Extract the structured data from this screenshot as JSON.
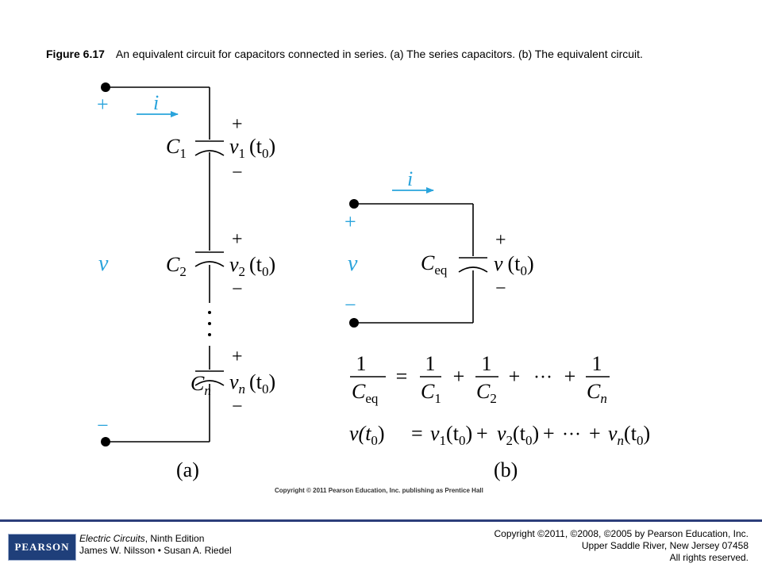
{
  "caption": {
    "figure_label": "Figure 6.17",
    "text": "An equivalent circuit for capacitors connected in series. (a) The series capacitors. (b) The equivalent circuit."
  },
  "circuit_a": {
    "plus": "+",
    "minus": "−",
    "current": "i",
    "voltage": "v",
    "caps": [
      {
        "name": "C",
        "sub": "1",
        "v_name": "v",
        "v_sub": "1",
        "arg": "(t",
        "arg_sub": "0",
        "close": ")"
      },
      {
        "name": "C",
        "sub": "2",
        "v_name": "v",
        "v_sub": "2",
        "arg": "(t",
        "arg_sub": "0",
        "close": ")"
      },
      {
        "name": "C",
        "sub": "n",
        "v_name": "v",
        "v_sub": "n",
        "arg": "(t",
        "arg_sub": "0",
        "close": ")"
      }
    ],
    "label": "(a)"
  },
  "circuit_b": {
    "plus": "+",
    "minus": "−",
    "current": "i",
    "voltage": "v",
    "cap_name": "C",
    "cap_sub": "eq",
    "v_name": "v",
    "arg": "(t",
    "arg_sub": "0",
    "close": ")",
    "label": "(b)"
  },
  "equations": {
    "eq1": {
      "one": "1",
      "lhs_den": "C",
      "lhs_sub": "eq",
      "equals": "=",
      "terms": [
        {
          "den": "C",
          "sub": "1"
        },
        {
          "den": "C",
          "sub": "2"
        },
        {
          "den": "C",
          "sub": "n"
        }
      ],
      "plus": "+",
      "dots": "···"
    },
    "eq2": {
      "lhs": "v(t",
      "lhs_sub": "0",
      "close": ")",
      "equals": "=",
      "plus": "+",
      "dots": "···",
      "v": "v",
      "t": "(t",
      "subs": [
        "1",
        "2",
        "n"
      ],
      "t_sub": "0"
    }
  },
  "figure_copyright": "Copyright © 2011 Pearson Education, Inc. publishing as Prentice Hall",
  "footer": {
    "logo": "PEARSON",
    "book_title": "Electric Circuits",
    "edition": ", Ninth Edition",
    "authors": "James W. Nilsson • Susan A. Riedel",
    "rights_line1": "Copyright ©2011, ©2008, ©2005 by Pearson Education, Inc.",
    "rights_line2": "Upper Saddle River, New Jersey 07458",
    "rights_line3": "All rights reserved."
  },
  "colors": {
    "accent": "#2aa4dc",
    "footer_rule": "#2c3e7a",
    "logo_bg": "#1f3f7a"
  }
}
